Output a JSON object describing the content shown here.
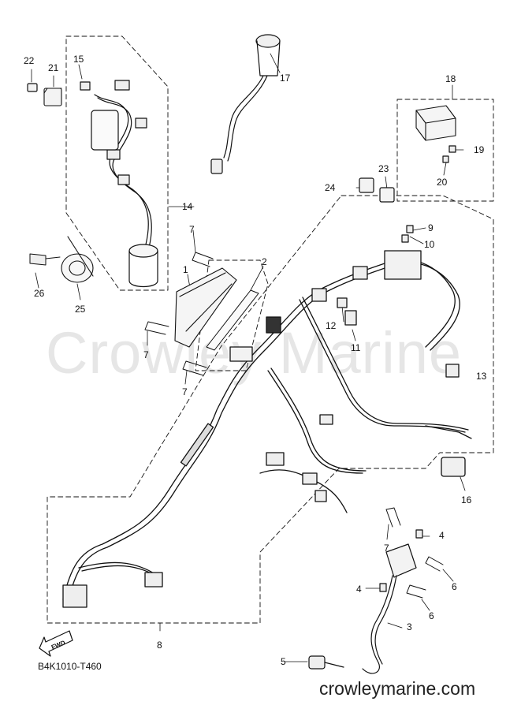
{
  "watermark": "Crowley Marine",
  "drawing_code": "B4K1010-T460",
  "site_url": "crowleymarine.com",
  "fwd_label": "FWD",
  "callouts": {
    "c1": "1",
    "c2": "2",
    "c3": "3",
    "c4a": "4",
    "c4b": "4",
    "c5": "5",
    "c6a": "6",
    "c6b": "6",
    "c7a": "7",
    "c7b": "7",
    "c7c": "7",
    "c7d": "7",
    "c8": "8",
    "c9": "9",
    "c10": "10",
    "c11": "11",
    "c12": "12",
    "c13": "13",
    "c14": "14",
    "c15": "15",
    "c16": "16",
    "c17": "17",
    "c18": "18",
    "c19": "19",
    "c20": "20",
    "c21": "21",
    "c22": "22",
    "c23": "23",
    "c24": "24",
    "c25": "25",
    "c26": "26"
  },
  "icons": {
    "fwd_arrow": "fwd-arrow-icon"
  }
}
